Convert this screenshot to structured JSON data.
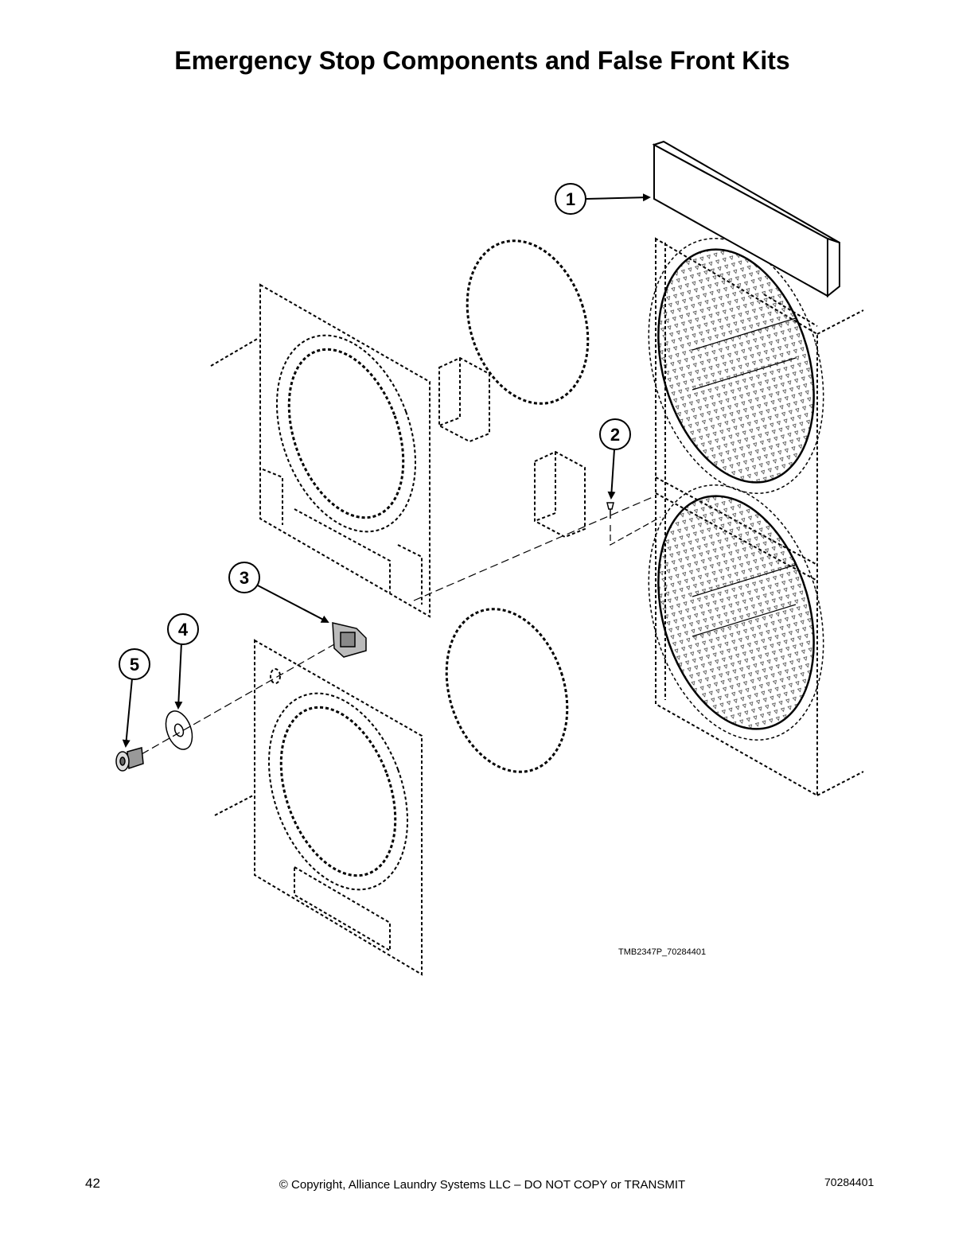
{
  "page": {
    "title": "Emergency Stop Components and False Front Kits",
    "figure_code": "TMB2347P_70284401",
    "page_number": "42",
    "copyright": "© Copyright, Alliance Laundry Systems LLC – DO NOT COPY or TRANSMIT",
    "document_number": "70284401"
  },
  "callouts": [
    {
      "label": "1"
    },
    {
      "label": "2"
    },
    {
      "label": "3"
    },
    {
      "label": "4"
    },
    {
      "label": "5"
    }
  ]
}
